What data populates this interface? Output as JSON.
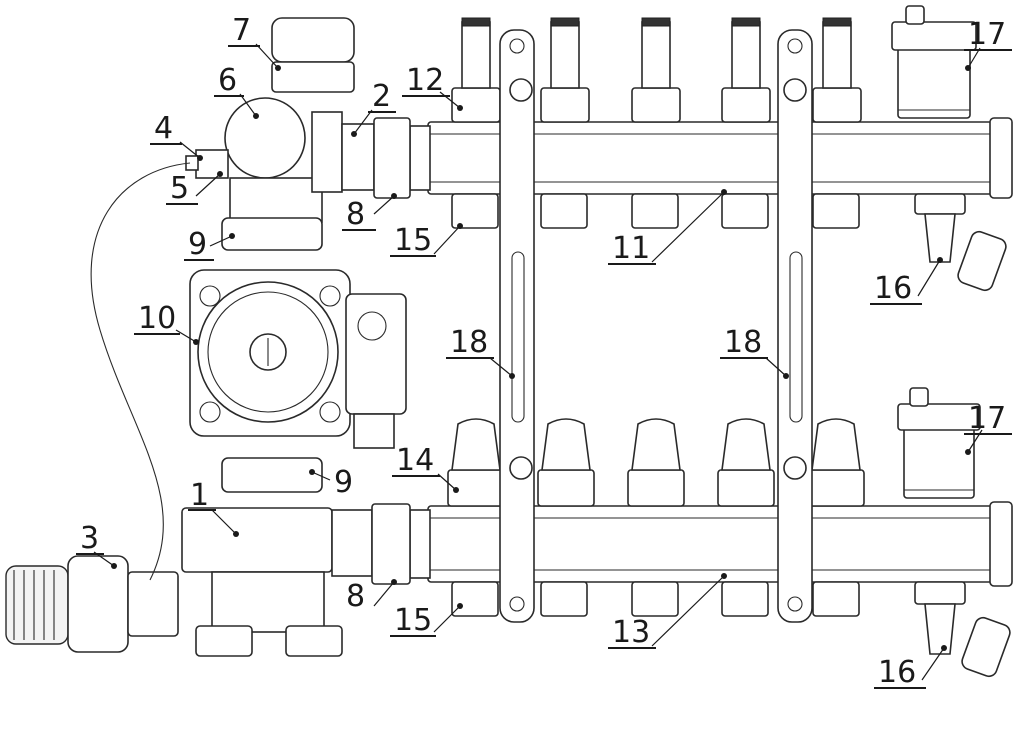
{
  "labels": {
    "l1": "1",
    "l2": "2",
    "l3": "3",
    "l4": "4",
    "l5": "5",
    "l6": "6",
    "l7": "7",
    "l8a": "8",
    "l8b": "8",
    "l9a": "9",
    "l9b": "9",
    "l10": "10",
    "l11": "11",
    "l12": "12",
    "l13": "13",
    "l14": "14",
    "l15a": "15",
    "l15b": "15",
    "l16a": "16",
    "l16b": "16",
    "l17a": "17",
    "l17b": "17",
    "l18a": "18",
    "l18b": "18"
  }
}
